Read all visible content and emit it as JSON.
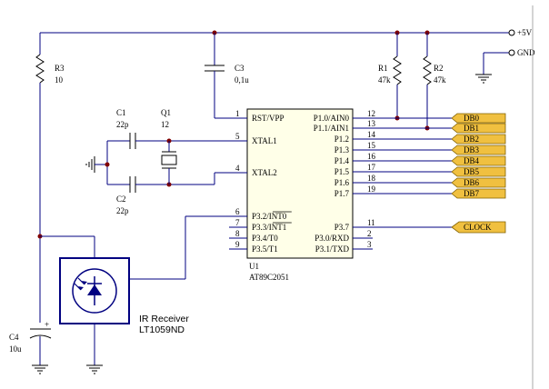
{
  "power": {
    "vcc_label": "+5V",
    "gnd_label": "GND"
  },
  "resistors": {
    "r3": {
      "ref": "R3",
      "value": "10"
    },
    "r1": {
      "ref": "R1",
      "value": "47k"
    },
    "r2": {
      "ref": "R2",
      "value": "47k"
    }
  },
  "capacitors": {
    "c3": {
      "ref": "C3",
      "value": "0,1u"
    },
    "c1": {
      "ref": "C1",
      "value": "22p"
    },
    "c2": {
      "ref": "C2",
      "value": "22p"
    },
    "c4": {
      "ref": "C4",
      "value": "10u"
    }
  },
  "crystal": {
    "ref": "Q1",
    "value": "12"
  },
  "ic": {
    "ref": "U1",
    "part": "AT89C2051",
    "left_pins": [
      {
        "num": "1",
        "name": "RST/VPP"
      },
      {
        "num": "5",
        "name": "XTAL1"
      },
      {
        "num": "4",
        "name": "XTAL2"
      },
      {
        "num": "6",
        "name": "P3.2/INT0"
      },
      {
        "num": "7",
        "name": "P3.3/INT1"
      },
      {
        "num": "8",
        "name": "P3.4/T0"
      },
      {
        "num": "9",
        "name": "P3.5/T1"
      }
    ],
    "right_pins": [
      {
        "num": "12",
        "name": "P1.0/AIN0"
      },
      {
        "num": "13",
        "name": "P1.1/AIN1"
      },
      {
        "num": "14",
        "name": "P1.2"
      },
      {
        "num": "15",
        "name": "P1.3"
      },
      {
        "num": "16",
        "name": "P1.4"
      },
      {
        "num": "17",
        "name": "P1.5"
      },
      {
        "num": "18",
        "name": "P1.6"
      },
      {
        "num": "19",
        "name": "P1.7"
      },
      {
        "num": "11",
        "name": "P3.7"
      },
      {
        "num": "2",
        "name": "P3.0/RXD"
      },
      {
        "num": "3",
        "name": "P3.1/TXD"
      }
    ]
  },
  "ports": [
    "DB0",
    "DB1",
    "DB2",
    "DB3",
    "DB4",
    "DB5",
    "DB6",
    "DB7"
  ],
  "clock_port": "CLOCK",
  "ir_receiver": {
    "line1": "IR Receiver",
    "line2": "LT1059ND"
  },
  "colors": {
    "wire": "#000080",
    "junction": "#800000",
    "port_fill": "#f0c040",
    "component": "#000000"
  }
}
